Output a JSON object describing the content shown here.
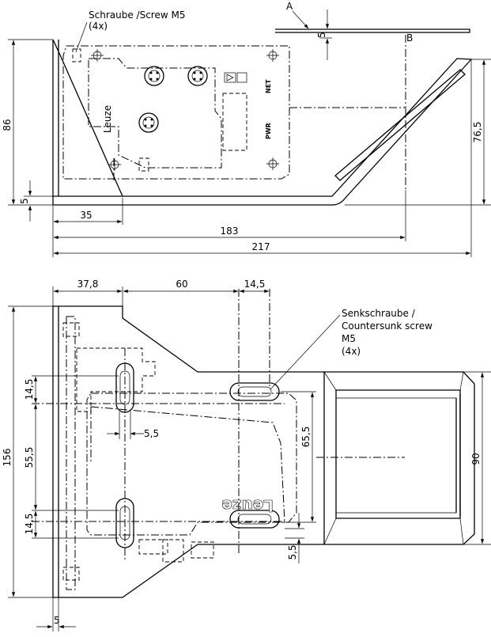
{
  "labels": {
    "screw_top": "Schraube /Screw M5",
    "screw_top_qty": "(4x)",
    "ref_a": "A",
    "ref_b": "B",
    "countersunk_1": "Senkschraube /",
    "countersunk_2": "Countersunk screw",
    "countersunk_3": "M5",
    "countersunk_4": "(4x)",
    "brand": "Leuze",
    "pwr": "PWR",
    "net": "NET"
  },
  "dimensions": {
    "top_height": "86",
    "top_base": "5",
    "top_offset": "35",
    "top_width_inner": "183",
    "top_width_total": "217",
    "top_ramp_height": "76,5",
    "top_gap": "5",
    "bot_37_8": "37,8",
    "bot_60": "60",
    "bot_14_5_top": "14,5",
    "bot_14_5_left_a": "14,5",
    "bot_5_5_h": "5,5",
    "bot_156": "156",
    "bot_55_5": "55,5",
    "bot_65_5": "65,5",
    "bot_90": "90",
    "bot_14_5_left_b": "14,5",
    "bot_5_5_v": "5,5",
    "bot_5_bottom": "5"
  }
}
